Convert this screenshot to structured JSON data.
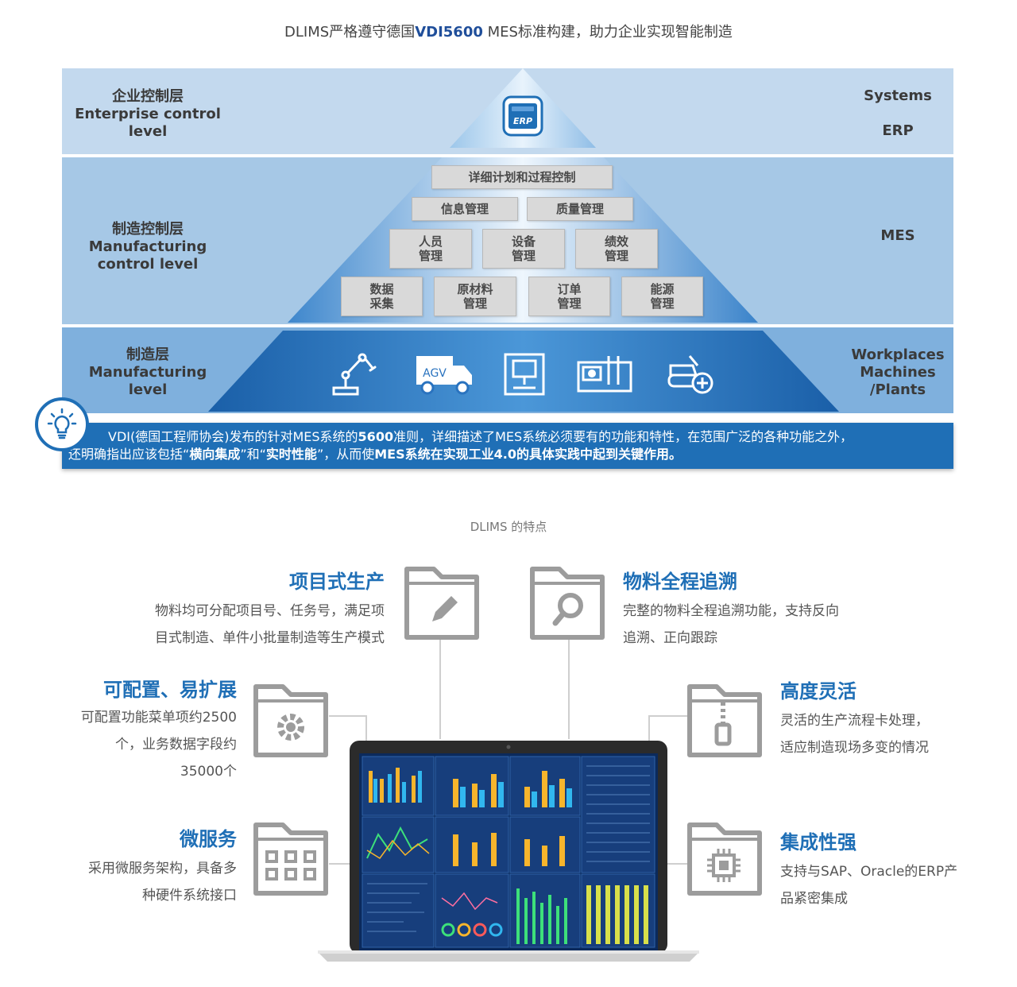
{
  "header": {
    "prefix": "DLIMS严格遵守德国",
    "highlight": "VDI5600",
    "suffix": " MES标准构建，助力企业实现智能制造"
  },
  "levels": [
    {
      "left_cn": "企业控制层",
      "left_en1": "Enterprise control",
      "left_en2": "level",
      "right1": "Systems",
      "right2": "ERP"
    },
    {
      "left_cn": "制造控制层",
      "left_en1": "Manufacturing",
      "left_en2": "control level",
      "right1": "MES",
      "right2": ""
    },
    {
      "left_cn": "制造层",
      "left_en1": "Manufacturing",
      "left_en2": "level",
      "right1": "Workplaces",
      "right2": "Machines",
      "right3": "/Plants"
    }
  ],
  "erp_icon_label": "ERP",
  "agv_label": "AGV",
  "mes_modules": {
    "row1": [
      "详细计划和过程控制"
    ],
    "row2": [
      "信息管理",
      "质量管理"
    ],
    "row3": [
      [
        "人员",
        "管理"
      ],
      [
        "设备",
        "管理"
      ],
      [
        "绩效",
        "管理"
      ]
    ],
    "row4": [
      [
        "数据",
        "采集"
      ],
      [
        "原材料",
        "管理"
      ],
      [
        "订单",
        "管理"
      ],
      [
        "能源",
        "管理"
      ]
    ]
  },
  "note": {
    "l1_a": "VDI(德国工程师协会)发布的针对MES系统的",
    "l1_b": "5600",
    "l1_c": "准则，详细描述了MES系统必须要有的功能和特性，在范围广泛的各种功能之外，",
    "l2_a": "还明确指出应该包括",
    "l2_b": "“",
    "l2_c": "横向集成",
    "l2_d": "”和",
    "l2_e": "“",
    "l2_f": "实时性能",
    "l2_g": "”，从而使",
    "l2_h": "MES系统在实现工业4.0的具体实践中起到关键作用。"
  },
  "features_title": "DLIMS 的特点",
  "features": [
    {
      "title": "项目式生产",
      "lines": [
        "物料均可分配项目号、任务号，满足项",
        "目式制造、单件小批量制造等生产模式"
      ],
      "icon": "pencil-icon"
    },
    {
      "title": "物料全程追溯",
      "lines": [
        "完整的物料全程追溯功能，支持反向",
        "追溯、正向跟踪"
      ],
      "icon": "magnifier-icon"
    },
    {
      "title": "可配置、易扩展",
      "lines": [
        "可配置功能菜单项约2500",
        "个，业务数据字段约",
        "35000个"
      ],
      "icon": "gear-icon"
    },
    {
      "title": "高度灵活",
      "lines": [
        "灵活的生产流程卡处理，",
        "适应制造现场多变的情况"
      ],
      "icon": "zipper-icon"
    },
    {
      "title": "微服务",
      "lines": [
        "采用微服务架构，具备多",
        "种硬件系统接口"
      ],
      "icon": "grid-icon"
    },
    {
      "title": "集成性强",
      "lines": [
        "支持与SAP、Oracle的ERP产",
        "品紧密集成"
      ],
      "icon": "chip-icon"
    }
  ]
}
